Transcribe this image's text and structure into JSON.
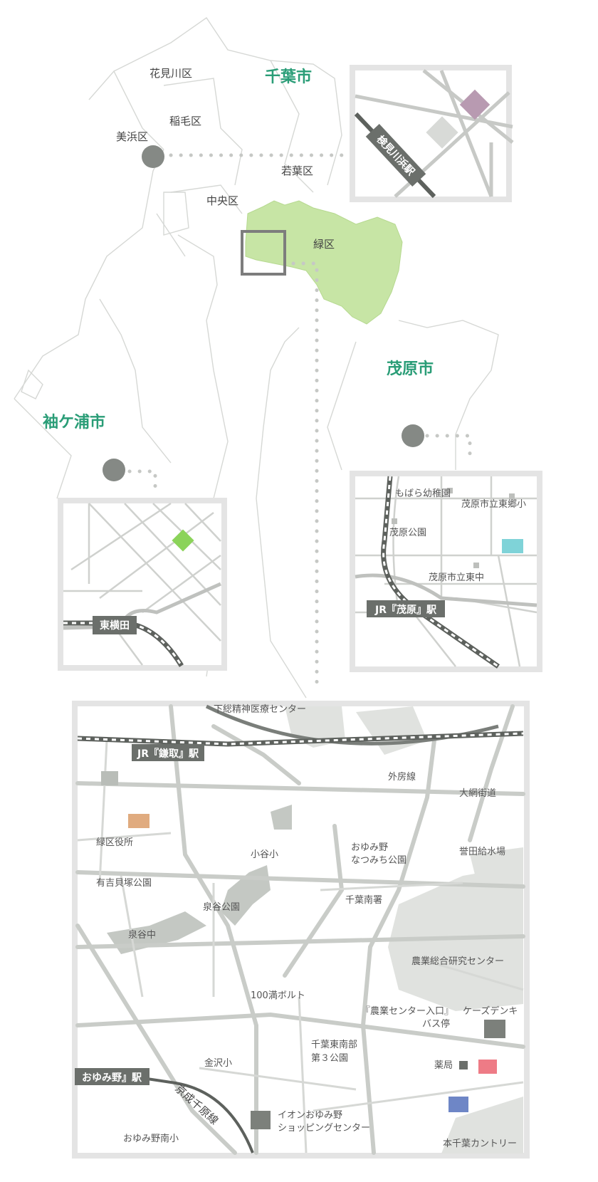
{
  "overview": {
    "cities": [
      "千葉市",
      "茂原市",
      "袖ケ浦市"
    ],
    "wards": [
      "花見川区",
      "稲毛区",
      "美浜区",
      "若葉区",
      "中央区",
      "緑区"
    ]
  },
  "inset_kemigawa": {
    "station": "検見川浜駅"
  },
  "inset_higashiyokota": {
    "station": "東横田"
  },
  "inset_mobara": {
    "station": "JR『茂原』駅",
    "labels": [
      "もばら幼稚園",
      "茂原市立東郷小",
      "茂原公園",
      "茂原市立東中"
    ]
  },
  "main_map": {
    "stations": [
      "JR『鎌取』駅",
      "おゆみ野』駅"
    ],
    "rail_lines": [
      "外房線",
      "京成千原線"
    ],
    "roads": [
      "大網街道"
    ],
    "top_cut_label": "下総精神医療センター",
    "places": [
      "緑区役所",
      "小谷小",
      "おゆみ野",
      "なつみち公園",
      "誉田給水場",
      "有吉貝塚公園",
      "泉谷公園",
      "千葉南署",
      "泉谷中",
      "農業総合研究センター",
      "100満ボルト",
      "『農業センター入口』",
      "バス停",
      "ケーズデンキ",
      "千葉東南部",
      "第３公園",
      "金沢小",
      "薬局",
      "イオンおゆみ野",
      "ショッピングセンター",
      "おゆみ野南小",
      "本千葉カントリー"
    ]
  },
  "colors": {
    "highlight_area": "#c7e5a5",
    "marker_purple": "#b89ab1",
    "marker_green": "#8bd35a",
    "marker_cyan": "#7fd3d8",
    "marker_orange": "#e0ab7f",
    "marker_red": "#ee7b86",
    "marker_blue": "#6e86c6",
    "marker_gray": "#7c807b",
    "city_label": "#2a9d77"
  }
}
